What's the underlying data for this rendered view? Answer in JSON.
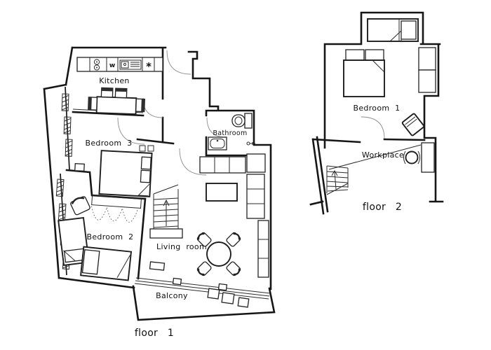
{
  "colors": {
    "line": "#161616",
    "door_arc": "#8d8d8d",
    "background": "#ffffff"
  },
  "floor1": {
    "caption": "floor 1",
    "rooms": {
      "kitchen": {
        "label": "Kitchen"
      },
      "bedroom3": {
        "label": "Bedroom 3"
      },
      "bathroom": {
        "label": "Bathroom"
      },
      "living_room": {
        "label": "Living room"
      },
      "bedroom2": {
        "label": "Bedroom 2"
      },
      "balcony": {
        "label": "Balcony"
      }
    },
    "kitchen_appliances": {
      "washer_label": "w",
      "cooker_symbol": "*"
    }
  },
  "floor2": {
    "caption": "floor 2",
    "rooms": {
      "bedroom1": {
        "label": "Bedroom 1"
      },
      "workplace": {
        "label": "Workplace"
      }
    }
  }
}
